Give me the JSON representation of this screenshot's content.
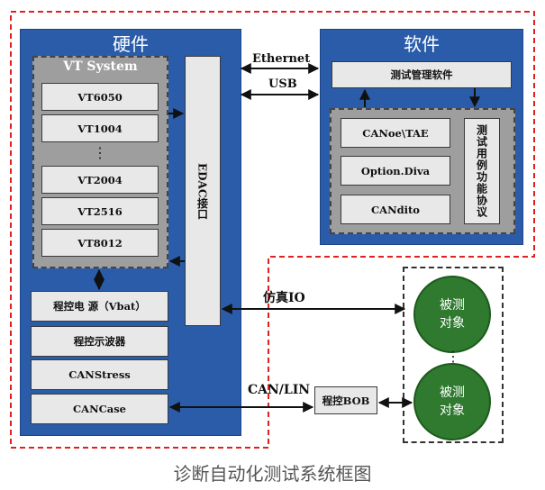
{
  "hardware": {
    "title": "硬件",
    "vt_system": {
      "title": "VT System",
      "modules": [
        "VT6050",
        "VT1004",
        "VT2004",
        "VT2516",
        "VT8012"
      ],
      "ellipsis": "⋮"
    },
    "edac_label": "EDAC接口",
    "instruments": [
      "程控电 源（Vbat）",
      "程控示波器",
      "CANStress",
      "CANCase"
    ]
  },
  "software": {
    "title": "软件",
    "manager": "测试管理软件",
    "tools": [
      "CANoe\\TAE",
      "Option.Diva",
      "CANdito"
    ],
    "protocol_label": "测试用例功能协议"
  },
  "links": {
    "ethernet": "Ethernet",
    "usb": "USB",
    "sim_io": "仿真IO",
    "can_lin": "CAN/LIN"
  },
  "bob_label": "程控BOB",
  "dut": {
    "line1": "被测",
    "line2": "对象",
    "ellipsis": "⋮"
  },
  "caption": "诊断自动化测试系统框图",
  "colors": {
    "panel_blue": "#2a5ca9",
    "dashed_red": "#e02020",
    "dut_green": "#2f7a2f"
  }
}
